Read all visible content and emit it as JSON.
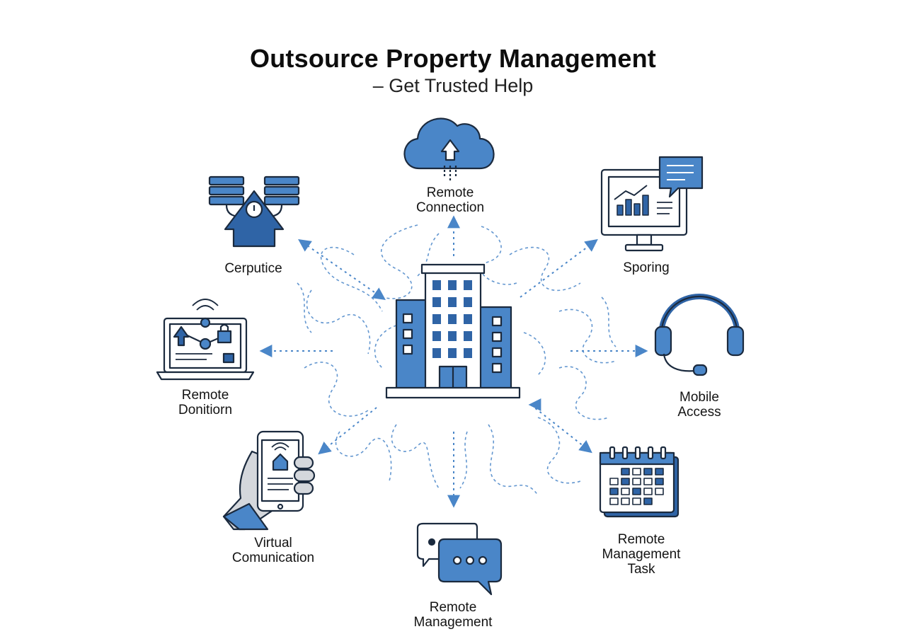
{
  "title": "Outsource Property Management",
  "subtitle": "– Get Trusted Help",
  "colors": {
    "accent": "#4a86c8",
    "dark_blue": "#2f64a6",
    "light_blue": "#9cc0e6",
    "outline": "#1b2a3e"
  },
  "center": {
    "icon": "office-building-icon"
  },
  "nodes": [
    {
      "id": "remote-connection",
      "icon": "cloud-upload-icon",
      "lines": [
        "Remote",
        "Connection"
      ]
    },
    {
      "id": "sporing",
      "icon": "monitor-chart-icon",
      "lines": [
        "Sporing"
      ]
    },
    {
      "id": "mobile-access",
      "icon": "headset-icon",
      "lines": [
        "Mobile",
        "Access"
      ]
    },
    {
      "id": "remote-management-task",
      "icon": "calendar-icon",
      "lines": [
        "Remote",
        "Management",
        "Task"
      ]
    },
    {
      "id": "remote-management",
      "icon": "chat-bubbles-icon",
      "lines": [
        "Remote",
        "Management"
      ]
    },
    {
      "id": "virtual-comunication",
      "icon": "hand-phone-icon",
      "lines": [
        "Virtual",
        "Comunication"
      ]
    },
    {
      "id": "remote-donitiorn",
      "icon": "laptop-network-icon",
      "lines": [
        "Remote",
        "Donitiorn"
      ]
    },
    {
      "id": "cerputice",
      "icon": "server-house-icon",
      "lines": [
        "Cerputice"
      ]
    }
  ]
}
